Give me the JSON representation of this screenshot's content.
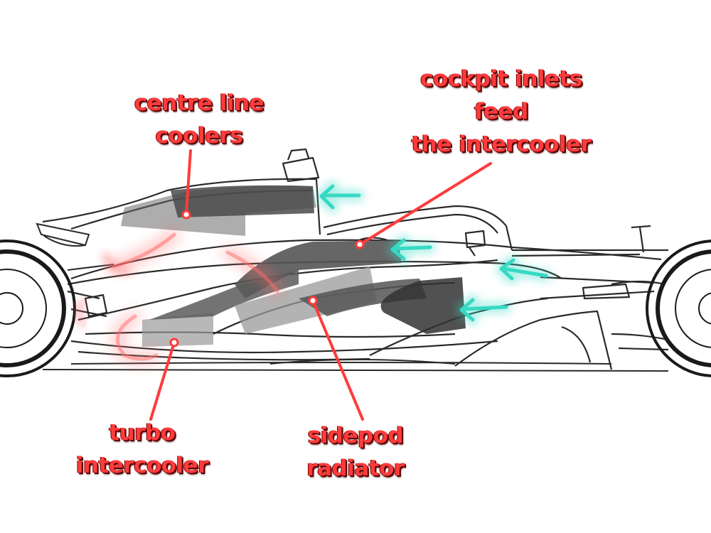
{
  "labels": {
    "centre_line_coolers": [
      "centre line",
      "coolers"
    ],
    "cockpit_inlets": [
      "cockpit inlets",
      "feed",
      "the intercooler"
    ],
    "turbo_intercooler": [
      "turbo",
      "intercooler"
    ],
    "sidepod_radiator": [
      "sidepod",
      "radiator"
    ]
  },
  "colors": {
    "annotation": "#ff3b3b",
    "airflow_inlet": "#36d9c4",
    "hot_exhaust": "#ff7a7a",
    "cooler_fill": "#555555",
    "outline": "#2a2a2a"
  }
}
